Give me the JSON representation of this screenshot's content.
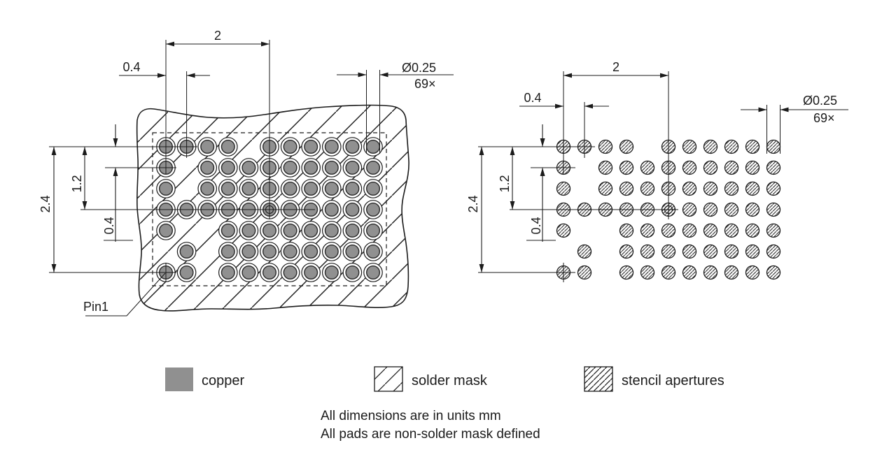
{
  "left_view": {
    "dim_pitch_wide": "2",
    "dim_pitch": "0.4",
    "dim_pad_dia": "Ø0.25",
    "dim_pad_count": "69×",
    "dim_height": "2.4",
    "dim_mid_height": "1.2",
    "dim_row_pitch": "0.4",
    "pin1_label": "Pin1"
  },
  "right_view": {
    "dim_pitch_wide": "2",
    "dim_pitch": "0.4",
    "dim_pad_dia": "Ø0.25",
    "dim_pad_count": "69×",
    "dim_height": "2.4",
    "dim_mid_height": "1.2",
    "dim_row_pitch": "0.4"
  },
  "pad_grid": {
    "rows": 7,
    "cols": 11,
    "total_pads": 69,
    "row_pattern": [
      "11110111111",
      "10111111111",
      "10111111111",
      "11111111111",
      "10011111111",
      "01011111111",
      "11011111111"
    ]
  },
  "colors": {
    "copper": "#909090",
    "line": "#1b1b1b"
  },
  "legend": {
    "items": [
      {
        "id": "copper",
        "label": "copper"
      },
      {
        "id": "solder-mask",
        "label": "solder mask"
      },
      {
        "id": "stencil-apertures",
        "label": "stencil apertures"
      }
    ]
  },
  "notes": {
    "line1": "All dimensions are in units mm",
    "line2": "All pads are non-solder mask defined"
  }
}
